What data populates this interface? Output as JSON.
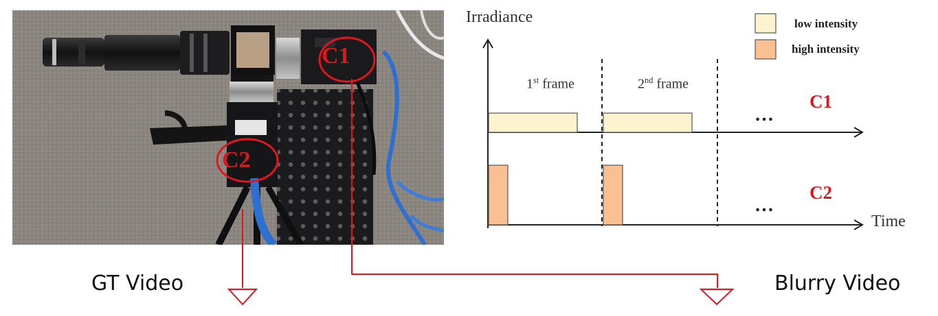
{
  "photo": {
    "camera_labels": [
      "C1",
      "C2"
    ],
    "description_colors": {
      "callout": "#e0161f",
      "cable": "#2f6fd0"
    }
  },
  "diagram": {
    "y_axis_label": "Irradiance",
    "x_axis_label": "Time",
    "frame1_prefix": "1",
    "frame1_sup": "st",
    "frame1_suffix": " frame",
    "frame2_prefix": "2",
    "frame2_sup": "nd",
    "frame2_suffix": " frame",
    "row1_label": "C1",
    "row2_label": "C2",
    "ellipsis": "…",
    "legend": [
      {
        "label": "low intensity",
        "color": "#fdf3cf"
      },
      {
        "label": "high intensity",
        "color": "#fbc092"
      }
    ]
  },
  "outputs": {
    "left_label": "GT Video",
    "right_label": "Blurry Video"
  },
  "colors": {
    "accent_red": "#e0161f",
    "low_intensity": "#fdf3cf",
    "high_intensity": "#fbc092"
  }
}
